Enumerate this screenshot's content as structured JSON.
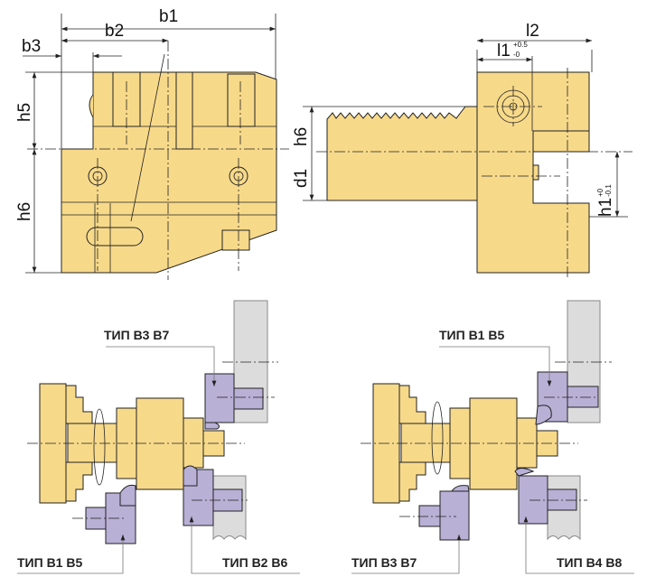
{
  "dimensions": {
    "b1": "b1",
    "b2": "b2",
    "b3": "b3",
    "h5": "h5",
    "h6_left": "h6",
    "l2": "l2",
    "l1": "l1",
    "l1_tol_upper": "+0.5",
    "l1_tol_lower": "-0",
    "h6_right": "h6",
    "d1": "d1",
    "h1": "h1",
    "h1_tol_upper": "+0",
    "h1_tol_lower": "-0.1"
  },
  "labels": {
    "left_top": "ТИП B3 B7",
    "left_bottom_left": "ТИП B1 B5",
    "left_bottom_right": "ТИП B2 B6",
    "right_top": "ТИП B1 B5",
    "right_bottom_left": "ТИП B3 B7",
    "right_bottom_right": "ТИП B4 B8"
  },
  "colors": {
    "body": "#f7d98a",
    "tool": "#b9b0d6",
    "turret": "#dcdcdc"
  }
}
